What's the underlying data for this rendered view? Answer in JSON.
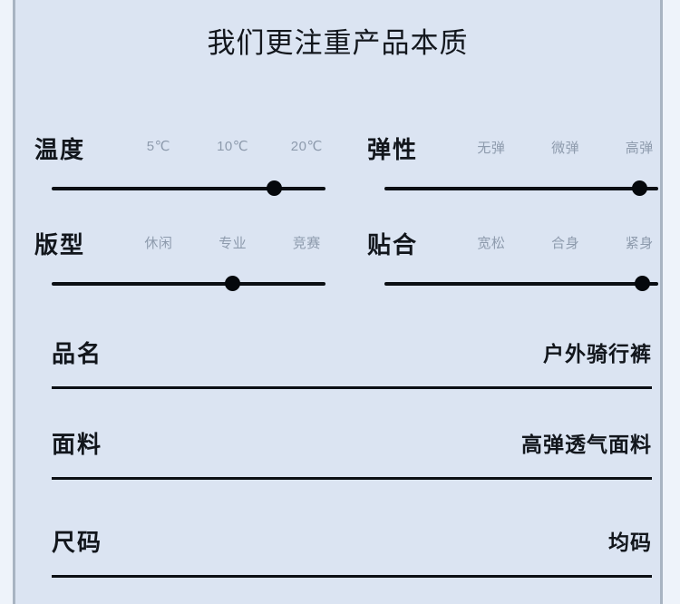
{
  "page": {
    "title": "我们更注重产品本质",
    "background_color": "#dbe4f2",
    "outer_background_color": "#eef3fa",
    "accent_color": "#0b0f14",
    "tick_color": "#8e9bad"
  },
  "sliders": [
    {
      "name": "temperature",
      "label": "温度",
      "ticks": [
        "5℃",
        "10℃",
        "20℃"
      ],
      "value_index": 2,
      "knob_percent": 81
    },
    {
      "name": "elasticity",
      "label": "弹性",
      "ticks": [
        "无弹",
        "微弹",
        "高弹"
      ],
      "value_index": 2,
      "knob_percent": 93
    },
    {
      "name": "fit-style",
      "label": "版型",
      "ticks": [
        "休闲",
        "专业",
        "竞赛"
      ],
      "value_index": 1,
      "knob_percent": 66
    },
    {
      "name": "fit-closeness",
      "label": "贴合",
      "ticks": [
        "宽松",
        "合身",
        "紧身"
      ],
      "value_index": 2,
      "knob_percent": 94
    }
  ],
  "specs": [
    {
      "name": "product-name",
      "key": "品名",
      "value": "户外骑行裤"
    },
    {
      "name": "fabric",
      "key": "面料",
      "value": "高弹透气面料"
    },
    {
      "name": "size",
      "key": "尺码",
      "value": "均码"
    }
  ]
}
